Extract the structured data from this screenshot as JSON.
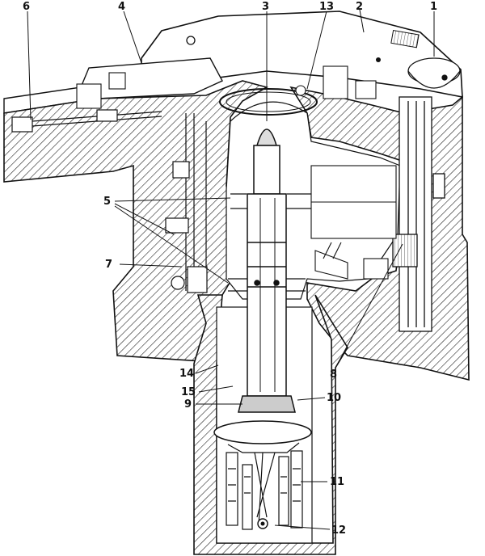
{
  "labels": {
    "l1": "1",
    "l2": "2",
    "l3": "3",
    "l4": "4",
    "l5": "5",
    "l6": "6",
    "l7": "7",
    "l8": "8",
    "l9": "9",
    "l10": "10",
    "l11": "11",
    "l12": "12",
    "l13": "13",
    "l14": "14",
    "l15": "15"
  },
  "colors": {
    "ink": "#111111",
    "hatch": "#222222",
    "paper": "#ffffff",
    "shade": "#d9d9d9"
  }
}
